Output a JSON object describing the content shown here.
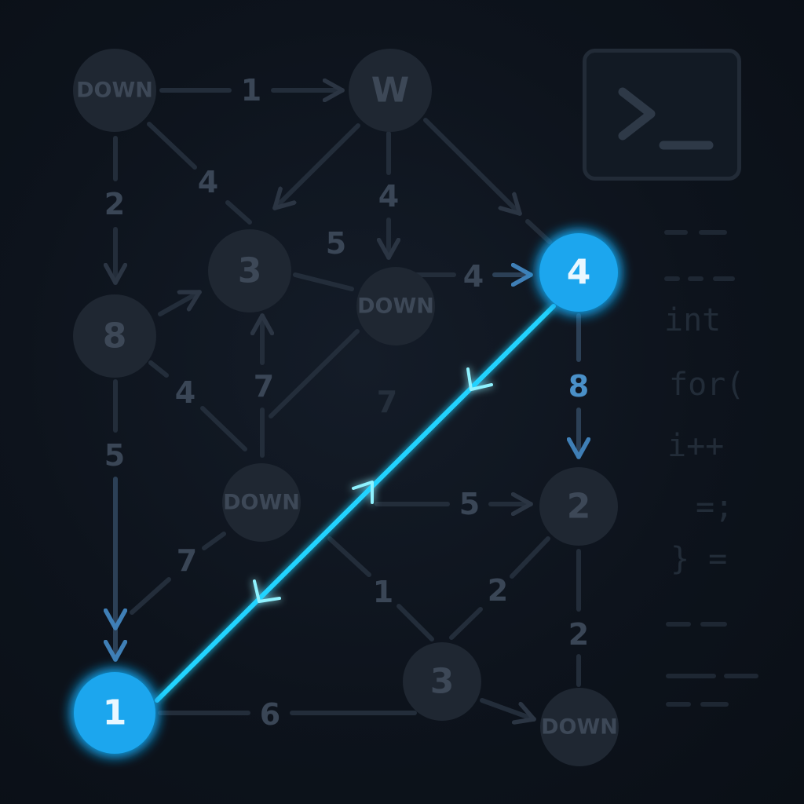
{
  "nodes": [
    {
      "id": "n-down-tl",
      "label": "DOWN",
      "type": "word",
      "active": false
    },
    {
      "id": "n-w",
      "label": "W",
      "type": "digit",
      "active": false
    },
    {
      "id": "n-3-top",
      "label": "3",
      "type": "digit",
      "active": false
    },
    {
      "id": "n-down-mid",
      "label": "DOWN",
      "type": "word",
      "active": false
    },
    {
      "id": "n-8",
      "label": "8",
      "type": "digit",
      "active": false
    },
    {
      "id": "n-4",
      "label": "4",
      "type": "digit",
      "active": true
    },
    {
      "id": "n-down-center",
      "label": "DOWN",
      "type": "word",
      "active": false
    },
    {
      "id": "n-2",
      "label": "2",
      "type": "digit",
      "active": false
    },
    {
      "id": "n-1",
      "label": "1",
      "type": "digit",
      "active": true
    },
    {
      "id": "n-3-bottom",
      "label": "3",
      "type": "digit",
      "active": false
    },
    {
      "id": "n-down-br",
      "label": "DOWN",
      "type": "word",
      "active": false
    }
  ],
  "edge_labels": {
    "downtl_w": "1",
    "downtl_8": "2",
    "downtl_3": "4",
    "w_downmid": "4",
    "w_3": "5",
    "downmid_4": "4",
    "n8_downcenter": "4",
    "n8_1": "5",
    "downcenter_3": "7",
    "downmid_faint": "7",
    "n4_2": "8",
    "downcenter_2": "5",
    "downcenter_1": "7",
    "downcenter_3b": "1",
    "n3b_2": "2",
    "n2_downbr": "2",
    "n1_3b": "6"
  },
  "highlighted_path": {
    "from": "4",
    "to": "1",
    "color": "#22d3ff"
  },
  "terminal": {
    "icon": "terminal-prompt-icon",
    "prompt": ">_"
  },
  "code_lines": {
    "line_int": "int",
    "line_for": "for(",
    "line_inc": "i++",
    "line_eq": "=;",
    "line_brace": "} ="
  },
  "colors": {
    "background": "#0d131c",
    "node": "#1f2732",
    "node_active": "#1aa6ee",
    "edge": "#232d3a",
    "highlight": "#22d3ff"
  }
}
